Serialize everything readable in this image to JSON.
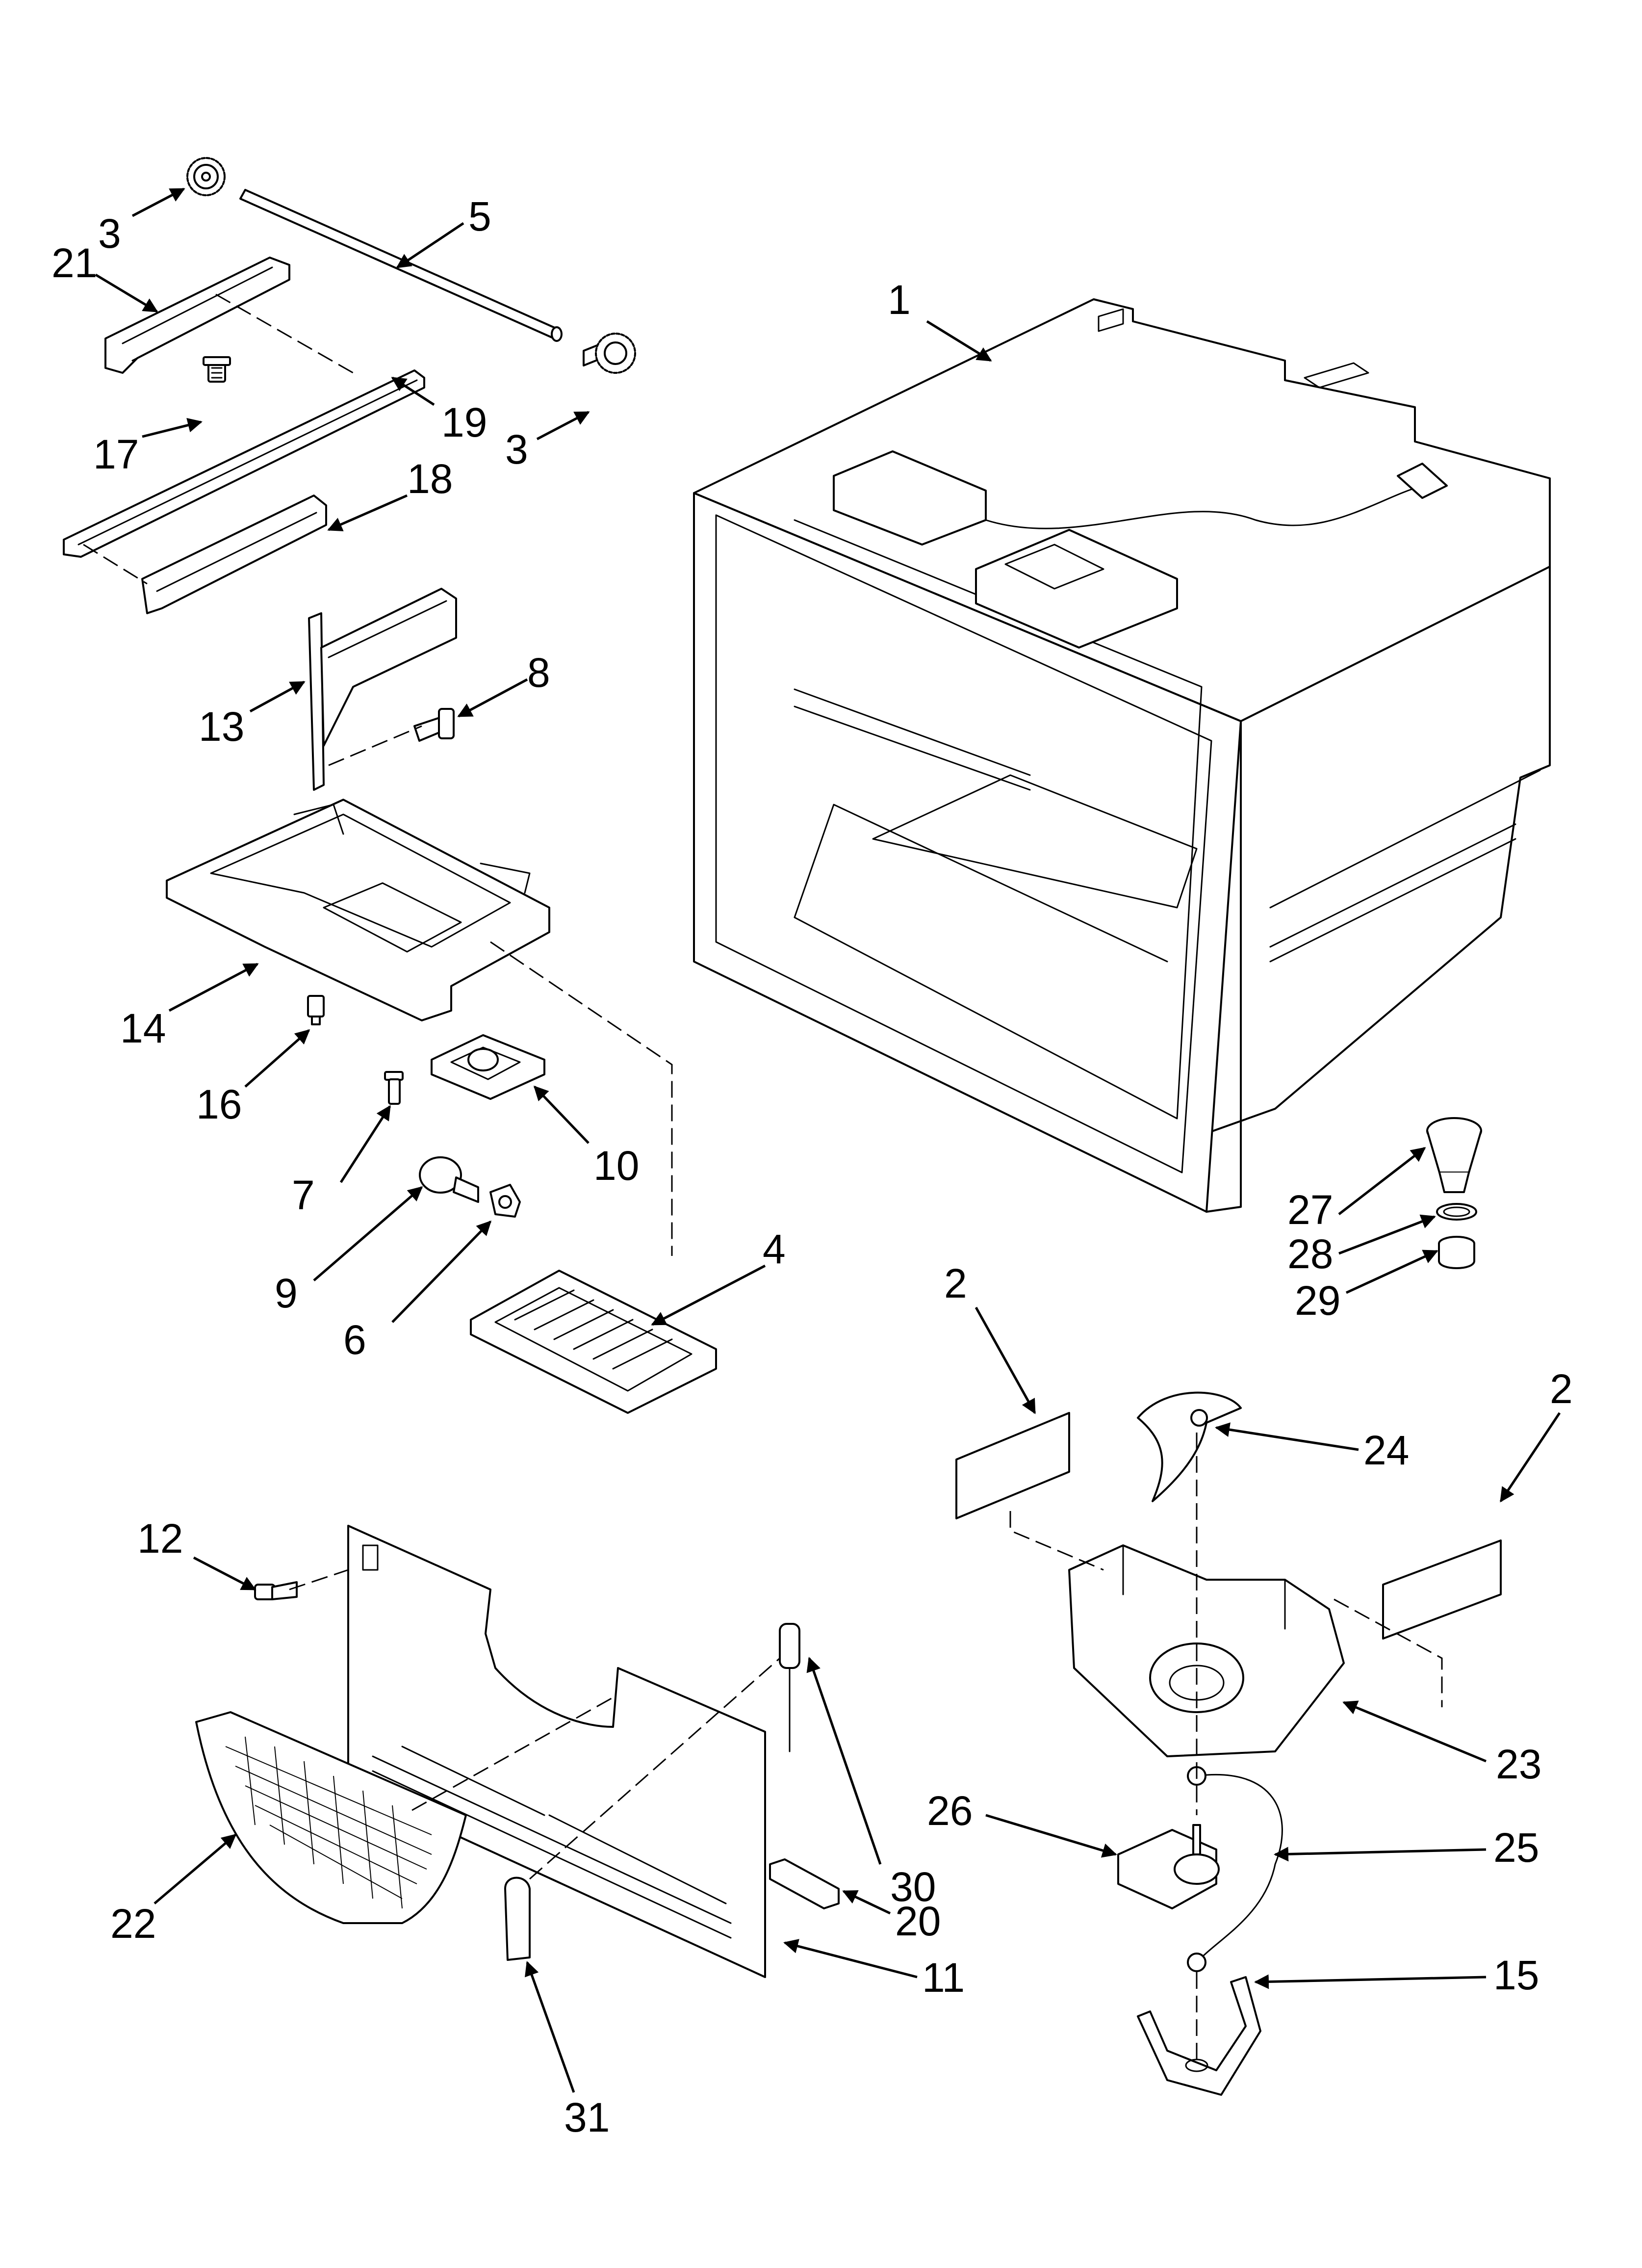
{
  "diagram": {
    "callouts": [
      {
        "id": "1",
        "label": "1"
      },
      {
        "id": "2a",
        "label": "2"
      },
      {
        "id": "2b",
        "label": "2"
      },
      {
        "id": "3a",
        "label": "3"
      },
      {
        "id": "3b",
        "label": "3"
      },
      {
        "id": "4",
        "label": "4"
      },
      {
        "id": "5",
        "label": "5"
      },
      {
        "id": "6",
        "label": "6"
      },
      {
        "id": "7",
        "label": "7"
      },
      {
        "id": "8",
        "label": "8"
      },
      {
        "id": "9",
        "label": "9"
      },
      {
        "id": "10",
        "label": "10"
      },
      {
        "id": "11",
        "label": "11"
      },
      {
        "id": "12",
        "label": "12"
      },
      {
        "id": "13",
        "label": "13"
      },
      {
        "id": "14",
        "label": "14"
      },
      {
        "id": "15",
        "label": "15"
      },
      {
        "id": "16",
        "label": "16"
      },
      {
        "id": "17",
        "label": "17"
      },
      {
        "id": "18",
        "label": "18"
      },
      {
        "id": "19",
        "label": "19"
      },
      {
        "id": "20",
        "label": "20"
      },
      {
        "id": "21",
        "label": "21"
      },
      {
        "id": "22",
        "label": "22"
      },
      {
        "id": "23",
        "label": "23"
      },
      {
        "id": "24",
        "label": "24"
      },
      {
        "id": "25",
        "label": "25"
      },
      {
        "id": "26",
        "label": "26"
      },
      {
        "id": "27",
        "label": "27"
      },
      {
        "id": "28",
        "label": "28"
      },
      {
        "id": "29",
        "label": "29"
      },
      {
        "id": "30",
        "label": "30"
      },
      {
        "id": "31",
        "label": "31"
      }
    ]
  }
}
